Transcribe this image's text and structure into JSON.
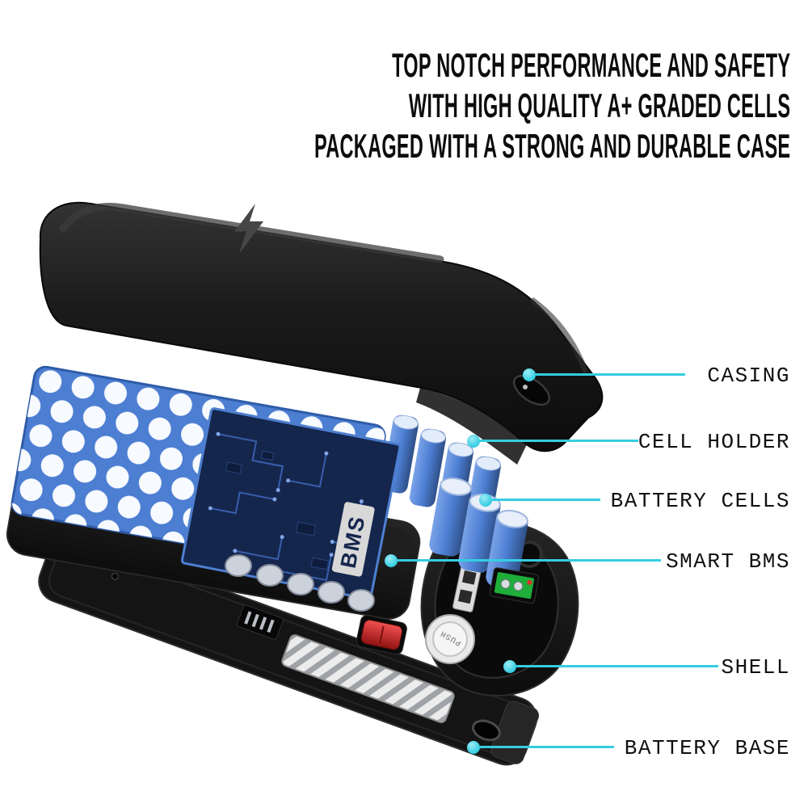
{
  "header": {
    "line1": "TOP NOTCH PERFORMANCE AND SAFETY",
    "line2": "WITH HIGH QUALITY A+ GRADED CELLS",
    "line3": "PACKAGED WITH A STRONG AND DURABLE CASE"
  },
  "callouts": [
    {
      "label": "CASING"
    },
    {
      "label": "CELL HOLDER"
    },
    {
      "label": "BATTERY CELLS"
    },
    {
      "label": "SMART BMS"
    },
    {
      "label": "SHELL"
    },
    {
      "label": "BATTERY BASE"
    }
  ],
  "diagram": {
    "bms_label": "BMS",
    "push_label": "PUSH"
  },
  "colors": {
    "accent_cyan": "#35cde2",
    "holder_blue": "#4c7ed2",
    "pcb_navy": "#15264d",
    "case_black": "#141414"
  }
}
